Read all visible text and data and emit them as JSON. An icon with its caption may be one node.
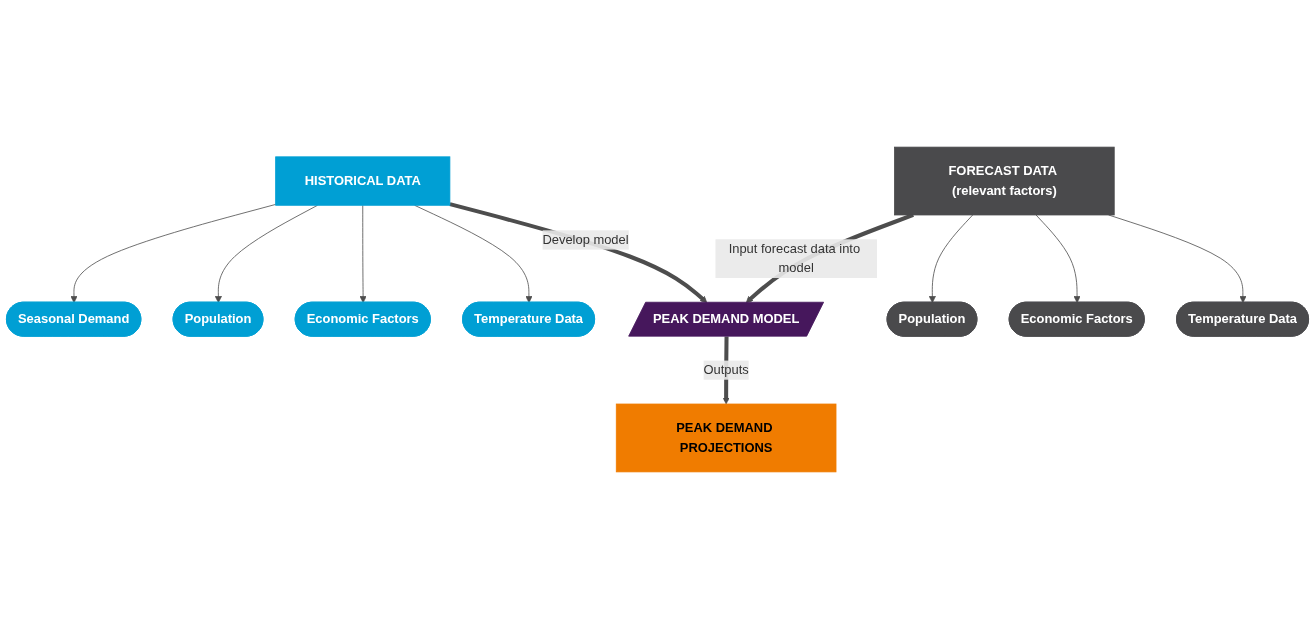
{
  "diagram": {
    "nodes": [
      {
        "text": [
          "HISTORICAL DATA"
        ]
      },
      {
        "text": [
          "Seasonal Demand"
        ]
      },
      {
        "text": [
          "Population"
        ]
      },
      {
        "text": [
          "Economic Factors"
        ]
      },
      {
        "text": [
          "Temperature Data"
        ]
      },
      {
        "text": [
          "PEAK DEMAND MODEL"
        ]
      },
      {
        "text": [
          "PEAK DEMAND PROJECTIONS"
        ]
      },
      {
        "text": [
          "FORECAST DATA (relevant factors)"
        ]
      },
      {
        "text": [
          "Population"
        ]
      },
      {
        "text": [
          "Economic Factors"
        ]
      },
      {
        "text": [
          "Temperature Data"
        ]
      }
    ],
    "edges": [
      {
        "from": 0,
        "to": 5,
        "arrow": "to",
        "label": "Develop model",
        "style": "thick"
      },
      {
        "from": 5,
        "to": 6,
        "arrow": "to",
        "label": "Outputs",
        "style": "thick"
      },
      {
        "from": 0,
        "to": 1,
        "arrow": "to"
      },
      {
        "from": 0,
        "to": 2,
        "arrow": "to"
      },
      {
        "from": 0,
        "to": 3,
        "arrow": "to"
      },
      {
        "from": 0,
        "to": 4,
        "arrow": "to"
      },
      {
        "from": 7,
        "to": 5,
        "arrow": "to",
        "label": "Input forecast data into model",
        "style": "thick"
      },
      {
        "from": 7,
        "to": 8,
        "arrow": "to"
      },
      {
        "from": 7,
        "to": 9,
        "arrow": "to"
      },
      {
        "from": 7,
        "to": 10,
        "arrow": "to"
      }
    ]
  }
}
